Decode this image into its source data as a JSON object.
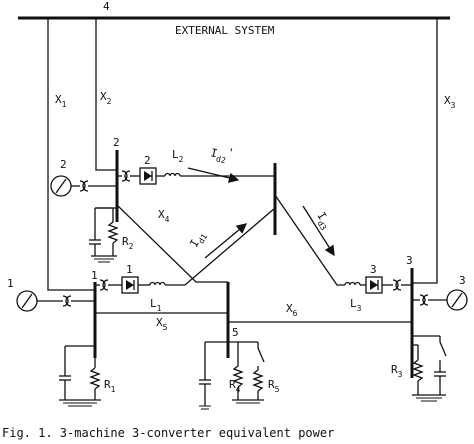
{
  "header": {
    "bus_number": "4",
    "title": "EXTERNAL SYSTEM"
  },
  "buses": {
    "b1": "1",
    "b2": "2",
    "b3": "3",
    "b5": "5"
  },
  "generators": {
    "g1": "1",
    "g2": "2",
    "g3": "3"
  },
  "converters": {
    "c1": "1",
    "c2": "2",
    "c3": "3"
  },
  "impedances": {
    "x1": {
      "base": "X",
      "sub": "1"
    },
    "x2": {
      "base": "X",
      "sub": "2"
    },
    "x3": {
      "base": "X",
      "sub": "3"
    },
    "x4": {
      "base": "X",
      "sub": "4"
    },
    "x5": {
      "base": "X",
      "sub": "5"
    },
    "x6": {
      "base": "X",
      "sub": "6"
    }
  },
  "inductors": {
    "l1": {
      "base": "L",
      "sub": "1"
    },
    "l2": {
      "base": "L",
      "sub": "2"
    },
    "l3": {
      "base": "L",
      "sub": "3"
    }
  },
  "currents": {
    "id1": {
      "base": "I",
      "sub": "d1"
    },
    "id2": {
      "base": "I",
      "sub": "d2",
      "prime": "'"
    },
    "id3": {
      "base": "I",
      "sub": "d3"
    }
  },
  "resistors": {
    "r1": {
      "base": "R",
      "sub": "1"
    },
    "r2": {
      "base": "R",
      "sub": "2"
    },
    "r3": {
      "base": "R",
      "sub": "3"
    },
    "r4": {
      "base": "R",
      "sub": "4"
    },
    "r5": {
      "base": "R",
      "sub": "5"
    }
  },
  "caption": "Fig. 1.  3-machine 3-converter equivalent power"
}
